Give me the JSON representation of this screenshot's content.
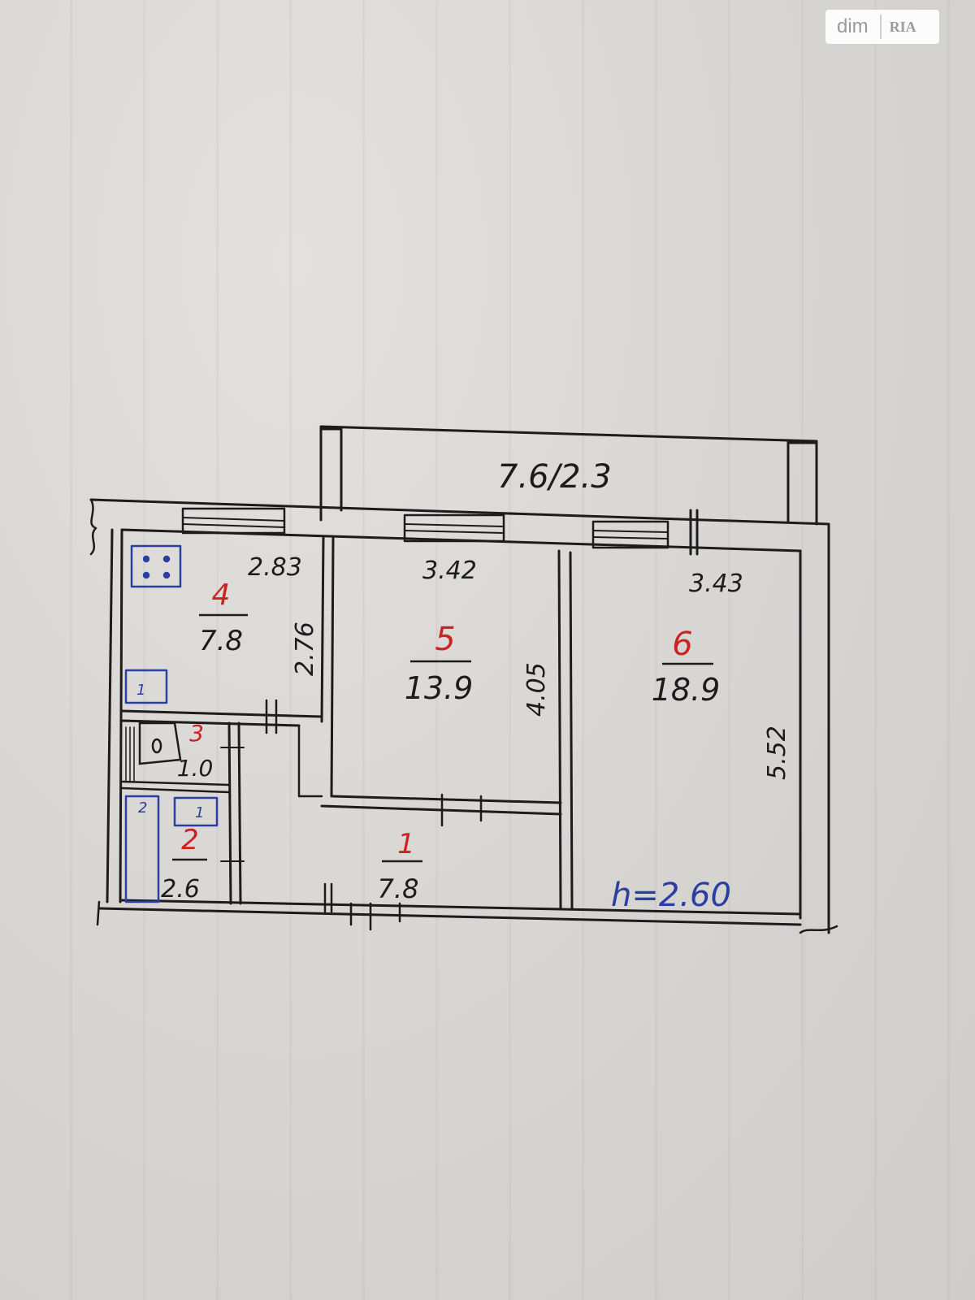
{
  "watermark": {
    "brand": "dim",
    "logo": "RIA"
  },
  "balcony": {
    "label": "7.6/2.3"
  },
  "rooms": [
    {
      "number": "1",
      "area": "7.8"
    },
    {
      "number": "2",
      "area": "2.6"
    },
    {
      "number": "3",
      "area": "1.0"
    },
    {
      "number": "4",
      "area": "7.8"
    },
    {
      "number": "5",
      "area": "13.9"
    },
    {
      "number": "6",
      "area": "18.9"
    }
  ],
  "dimensions": {
    "kitchen_width": "2.83",
    "kitchen_depth": "2.76",
    "room5_width": "3.42",
    "room5_depth": "4.05",
    "room6_width": "3.43",
    "room6_depth": "5.52"
  },
  "fixtures": {
    "sink_mark": "1",
    "bath_mark": "2",
    "toilet_mark": "0"
  },
  "ceiling_height": "h=2.60",
  "colors": {
    "ink": "#1c1c1c",
    "room_number": "#cc2222",
    "fixture_blue": "#2a3fa0",
    "height_blue": "#2a3fa0",
    "paper": "#d8d6d3"
  }
}
